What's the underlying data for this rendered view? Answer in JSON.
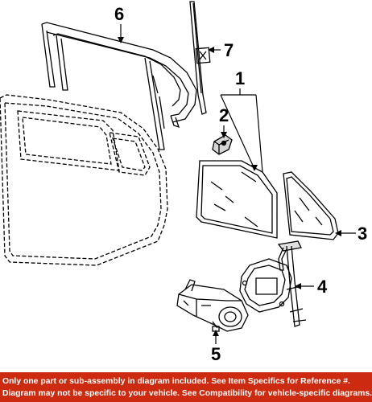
{
  "callouts": {
    "c1": "1",
    "c2": "2",
    "c3": "3",
    "c4": "4",
    "c5": "5",
    "c6": "6",
    "c7": "7"
  },
  "disclaimer": {
    "line1": "Only one part or sub-assembly in diagram included. See Item Specifics for Reference #.",
    "line2": "Diagram may not be specific to your vehicle. See Compatibility for vehicle-specific diagrams."
  },
  "colors": {
    "banner_background": "#cc2b10",
    "banner_text": "#ffffff",
    "line_art": "#000000"
  }
}
